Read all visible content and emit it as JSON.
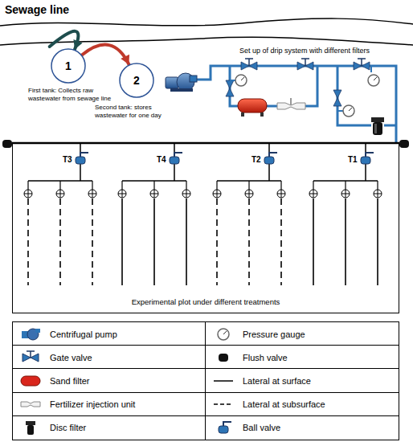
{
  "diagram": {
    "nodes": [
      {
        "text": [
          "Sewage line"
        ]
      },
      {
        "text": [
          "1",
          "First tank: Collects raw wastewater from sewage line"
        ]
      },
      {
        "text": [
          "2",
          "Second tank: stores wastewater for one day"
        ]
      },
      {
        "text": [
          "Experimental plot under different treatments"
        ]
      }
    ],
    "edges": [
      {
        "from": 0,
        "to": 1,
        "arrow": "to"
      },
      {
        "from": 1,
        "to": 2,
        "arrow": "to"
      }
    ],
    "labels": [
      "Set up of drip system with different filters",
      "T3",
      "T4",
      "T2",
      "T1"
    ],
    "legend": [
      {
        "text": "Centrifugal pump"
      },
      {
        "text": "Pressure gauge"
      },
      {
        "text": "Gate valve"
      },
      {
        "text": "Flush valve"
      },
      {
        "text": "Sand filter"
      },
      {
        "text": "Lateral at surface"
      },
      {
        "text": "Fertilizer injection unit"
      },
      {
        "text": "Lateral at subsurface"
      },
      {
        "text": "Disc filter"
      },
      {
        "text": "Ball valve"
      }
    ]
  }
}
